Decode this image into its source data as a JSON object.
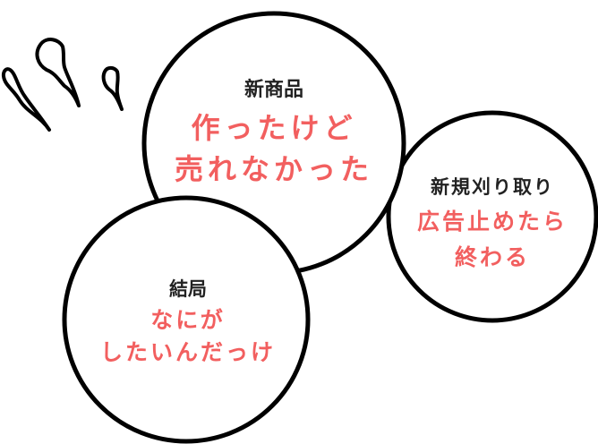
{
  "colors": {
    "stroke": "#000000",
    "fill": "#ffffff",
    "heading": "#222222",
    "accent": "#f25f5f"
  },
  "icons": [
    "sweat-drop-icon",
    "sweat-drop-icon",
    "sweat-drop-icon"
  ],
  "bubbles": {
    "main": {
      "heading": "新商品",
      "line1": "作ったけど",
      "line2": "売れなかった"
    },
    "right": {
      "heading": "新規刈り取り",
      "line1": "広告止めたら",
      "line2": "終わる"
    },
    "left": {
      "heading": "結局",
      "line1": "なにが",
      "line2": "したいんだっけ"
    }
  }
}
